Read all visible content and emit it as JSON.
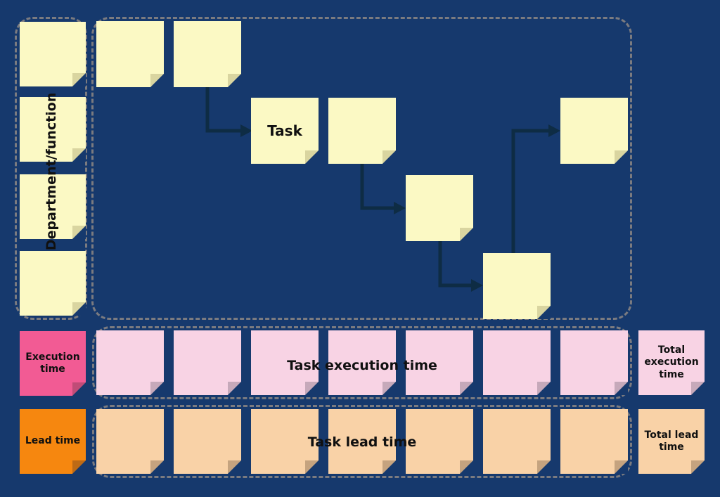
{
  "colors": {
    "page_bg": "#16396d",
    "container_border": "#7b7b80",
    "arrow": "#0e2c44",
    "note_yellow": "#fbf9c4",
    "note_yellow_fold": "#d9d5a0",
    "note_pink_hot": "#f25b94",
    "note_pink_hot_fold": "#c04c77",
    "note_pink_light": "#f8d3e4",
    "note_pink_light_fold": "#c6a9ba",
    "note_orange": "#f6870f",
    "note_orange_fold": "#bd6a15",
    "note_peach": "#f9d2a7",
    "note_peach_fold": "#c5a37f",
    "text": "#101010"
  },
  "swimlane": {
    "department_label": "Department/function",
    "note_count": 4
  },
  "flow": {
    "task_label": "Task",
    "note_count": 7,
    "connections": [
      "note2->task-note",
      "note4->note5",
      "note5->note6",
      "note6->note7"
    ]
  },
  "execution_row": {
    "label": "Execution time",
    "container_label": "Task execution time",
    "total_label": "Total execution time",
    "cell_count": 7
  },
  "lead_row": {
    "label": "Lead time",
    "container_label": "Task lead time",
    "total_label": "Total lead time",
    "cell_count": 7
  }
}
